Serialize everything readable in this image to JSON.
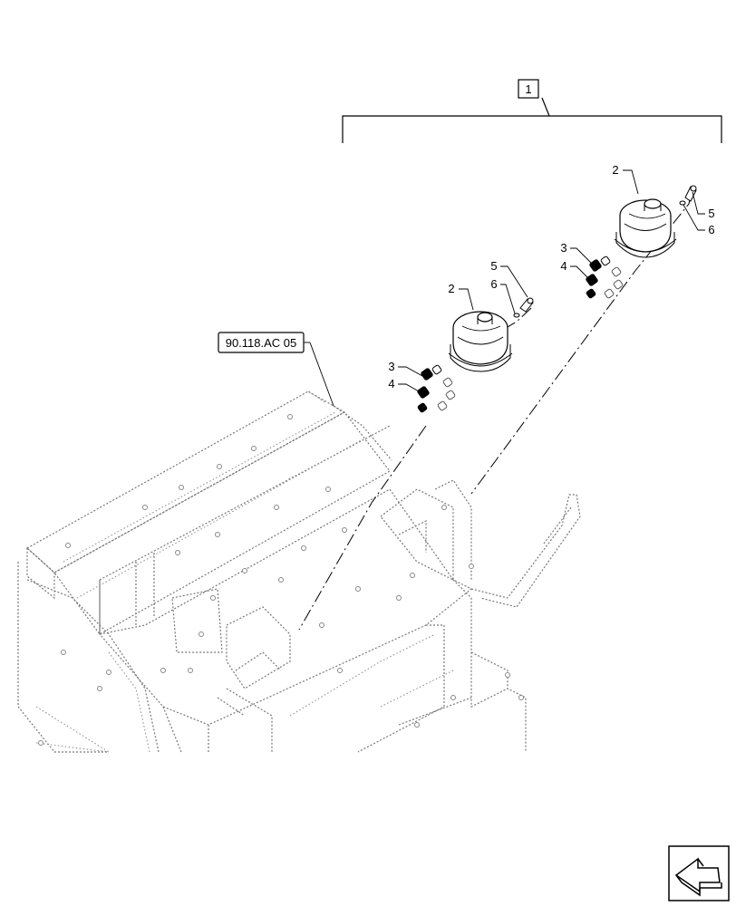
{
  "assembly_callout": "1",
  "reference_tag": "90.118.AC 05",
  "callouts": {
    "left_valve": "2",
    "left_nut_upper": "3",
    "left_nut_lower": "4",
    "left_screw": "5",
    "left_washer": "6",
    "right_valve": "2",
    "right_nut_upper": "3",
    "right_nut_lower": "4",
    "right_screw": "5",
    "right_washer": "6"
  },
  "nav_icon": "previous-page-arrow-icon"
}
